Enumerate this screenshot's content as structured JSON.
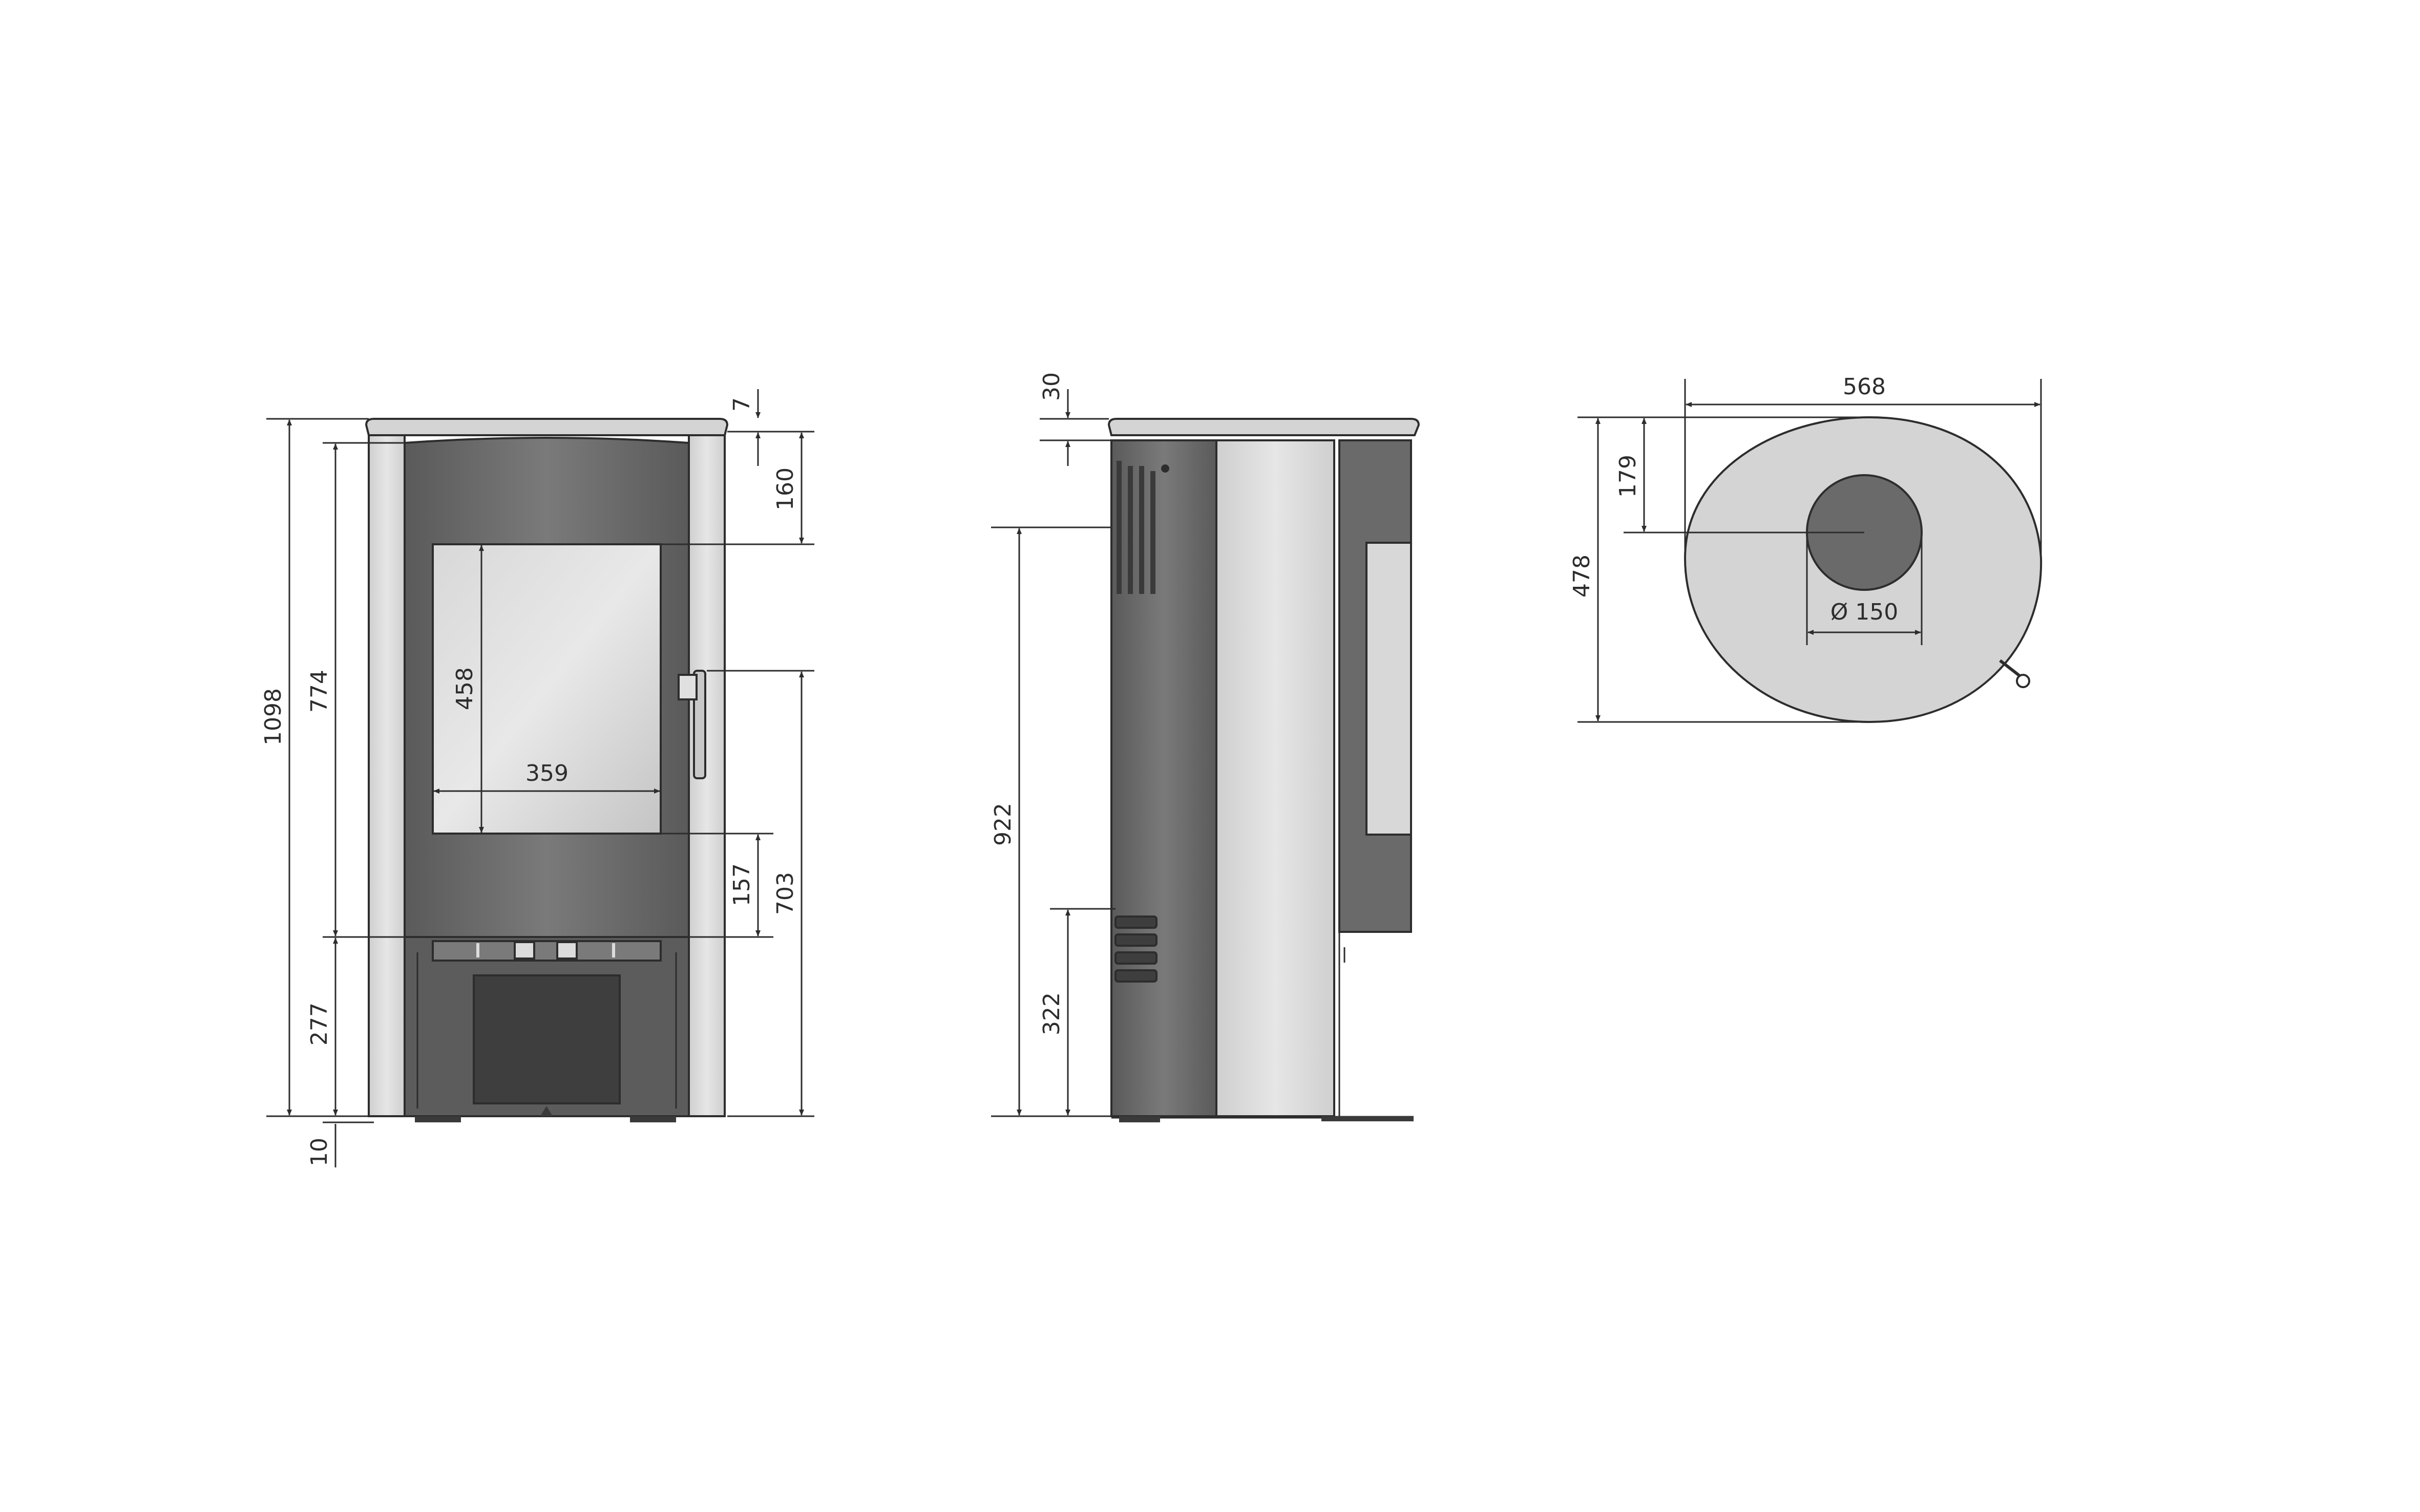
{
  "colors": {
    "line": "#2d2d2d",
    "steel": "#6e6e6e",
    "steel_dark": "#555555",
    "side_panel": "#d9d9d9",
    "top_plate": "#d4d4d4",
    "glass": "#cfcfcf",
    "background": "#ffffff"
  },
  "front_view": {
    "dims": {
      "top_plate": "7",
      "top_to_glass": "160",
      "total_height": "1098",
      "body_height": "774",
      "glass_height": "458",
      "glass_width": "359",
      "glass_bottom_to_base_top": "157",
      "handle_height": "703",
      "base_height": "277",
      "foot_height": "10"
    }
  },
  "side_view": {
    "dims": {
      "top_plate": "30",
      "upper_vent_height": "922",
      "lower_vent_height": "322"
    }
  },
  "top_view": {
    "dims": {
      "width": "568",
      "depth": "478",
      "flue_offset": "179",
      "flue_diameter": "Ø 150"
    }
  }
}
